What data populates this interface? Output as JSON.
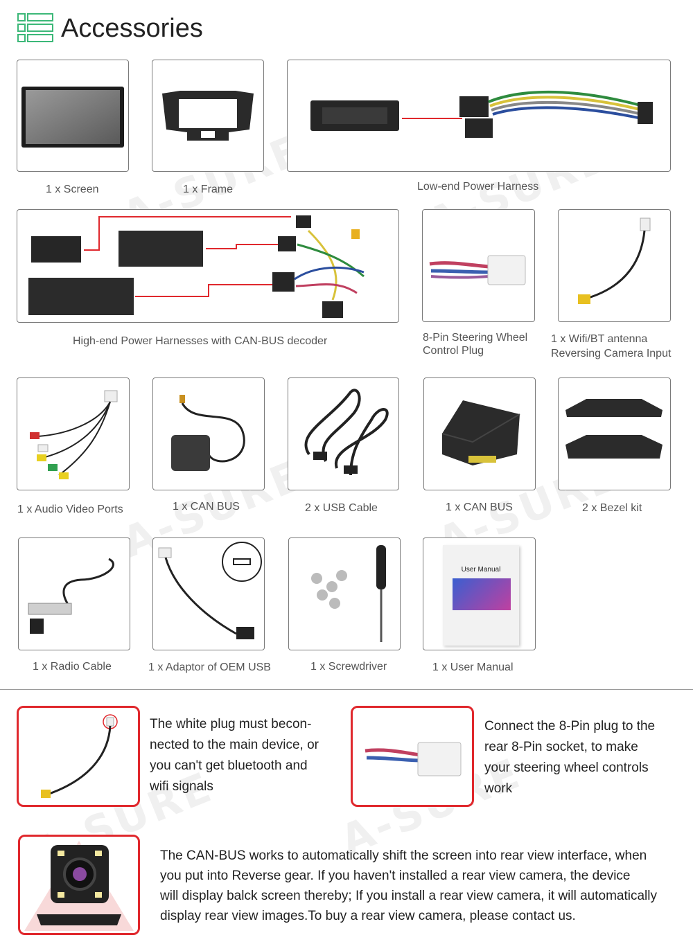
{
  "header": {
    "title": "Accessories",
    "menu_icon": "list-menu-icon",
    "accent_color": "#3cb878"
  },
  "watermark": "A-SURE",
  "items": {
    "screen": "1 x Screen",
    "frame": "1 x Frame",
    "low_harness": "Low-end Power Harness",
    "high_harness": "High-end Power Harnesses with CAN-BUS decoder",
    "steering_line1": "8-Pin Steering Wheel",
    "steering_line2": "Control Plug",
    "wifi_line1": "1 x Wifi/BT antenna",
    "wifi_line2": "Reversing Camera Input",
    "audio_video": "1 x Audio Video Ports",
    "gps_canbus": "1 x CAN BUS",
    "usb_cable": "2 x USB Cable",
    "canbus_box": "1 x CAN BUS",
    "bezel": "2 x Bezel kit",
    "radio_cable": "1 x Radio Cable",
    "oem_usb": "1 x Adaptor of OEM USB",
    "screwdriver": "1 x Screwdriver",
    "user_manual": "1 x User Manual"
  },
  "manual_cover_title": "User Manual",
  "notes": {
    "white_plug": "The white plug must becon-\nnected to the main device, or\nyou can't get bluetooth and\nwifi signals",
    "eight_pin": "Connect the 8-Pin plug to the\nrear 8-Pin socket, to make\nyour steering wheel controls\nwork",
    "canbus": "The CAN-BUS works to automatically shift the screen into rear view interface, when\nyou put into Reverse gear. If you haven't installed a rear view camera, the device\nwill display balck screen thereby; If you install a rear view camera, it will automatically\ndisplay rear view images.To buy a rear view camera, please contact us."
  },
  "colors": {
    "highlight_red": "#e0282d",
    "border_gray": "#7a7a7a"
  }
}
